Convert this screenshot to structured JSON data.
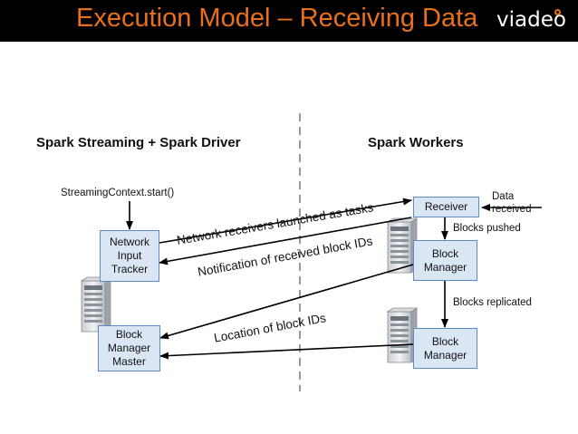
{
  "header": {
    "title": "Execution Model – Receiving Data",
    "logo_text": "viadeo",
    "title_color": "#e8701a",
    "background": "#000000"
  },
  "sections": {
    "driver": "Spark Streaming + Spark Driver",
    "workers": "Spark Workers"
  },
  "driver_side": {
    "start_call": "StreamingContext.start()",
    "network_input_tracker": "Network\nInput\nTracker",
    "block_manager_master": "Block\nManager\nMaster"
  },
  "worker_side": {
    "receiver": "Receiver",
    "data_received": "Data\nreceived",
    "blocks_pushed": "Blocks pushed",
    "block_manager_1": "Block\nManager",
    "blocks_replicated": "Blocks replicated",
    "block_manager_2": "Block\nManager"
  },
  "messages": {
    "launch": "Network receivers launched as tasks",
    "notification": "Notification of received block IDs",
    "location": "Location of block IDs"
  },
  "icons": {
    "server": "server-tower-icon"
  },
  "colors": {
    "box_fill": "#dbe6f4",
    "box_border": "#5b8cc8",
    "arrow": "#000000"
  }
}
